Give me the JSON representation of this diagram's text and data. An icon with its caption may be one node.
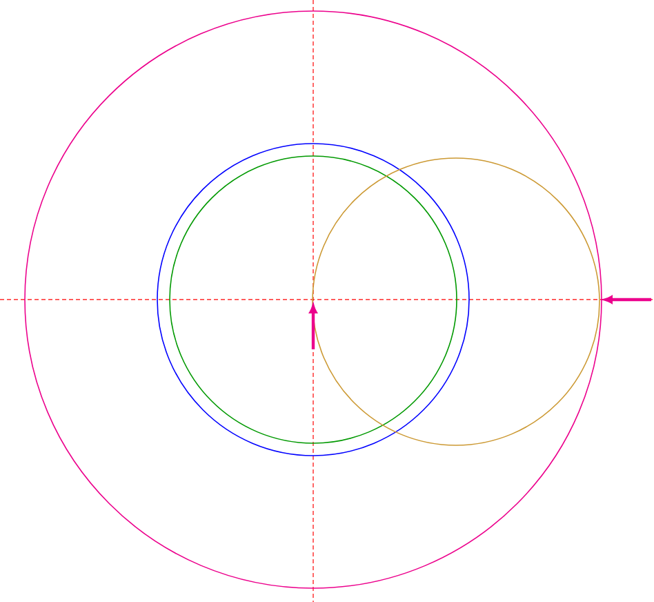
{
  "diagram": {
    "nodes": [
      {
        "text": [],
        "shape": "circle"
      },
      {
        "text": [],
        "shape": "circle",
        "in": 0
      },
      {
        "text": [],
        "shape": "circle",
        "in": 1
      },
      {
        "text": [],
        "shape": "circle",
        "in": 0
      }
    ]
  }
}
